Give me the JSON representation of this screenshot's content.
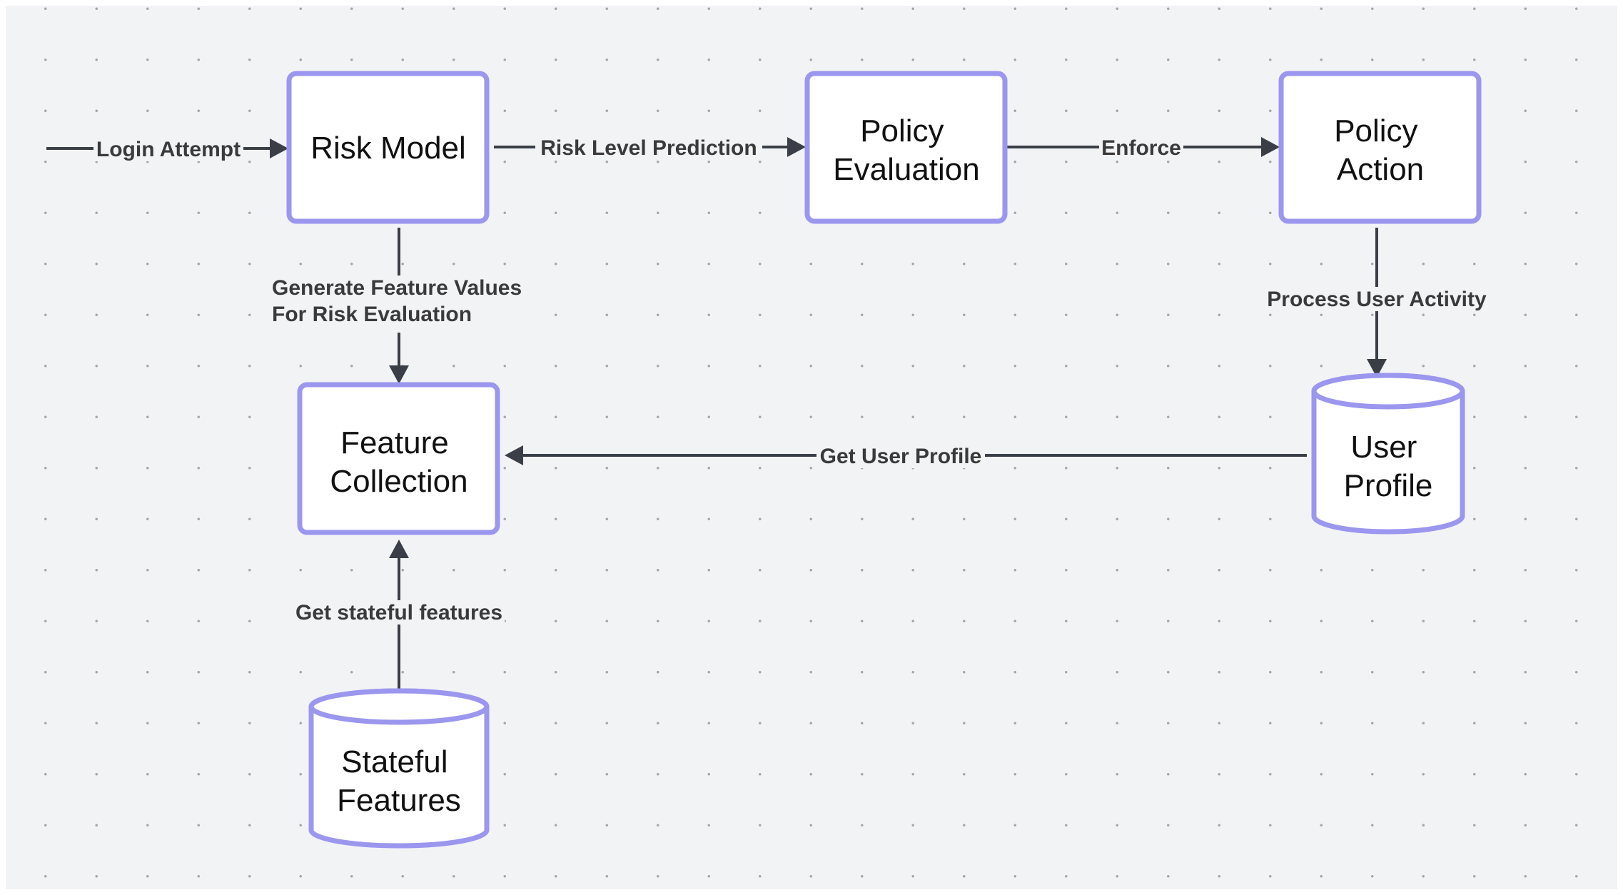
{
  "nodes": {
    "risk_model": {
      "lines": [
        "Risk Model"
      ]
    },
    "policy_evaluation": {
      "lines": [
        "Policy",
        "Evaluation"
      ]
    },
    "policy_action": {
      "lines": [
        "Policy",
        "Action"
      ]
    },
    "feature_collection": {
      "lines": [
        "Feature",
        "Collection"
      ]
    },
    "user_profile": {
      "lines": [
        "User",
        "Profile"
      ]
    },
    "stateful_features": {
      "lines": [
        "Stateful",
        "Features"
      ]
    }
  },
  "edges": {
    "login_attempt": "Login Attempt",
    "risk_level_prediction": "Risk Level Prediction",
    "enforce": "Enforce",
    "generate_feature_values": [
      "Generate Feature Values",
      "For Risk Evaluation"
    ],
    "process_user_activity": "Process User Activity",
    "get_user_profile": "Get User Profile",
    "get_stateful_features": "Get stateful features"
  },
  "colors": {
    "node_border": "#9b96ee",
    "edge": "#3a3f47",
    "canvas": "#f2f3f5"
  }
}
